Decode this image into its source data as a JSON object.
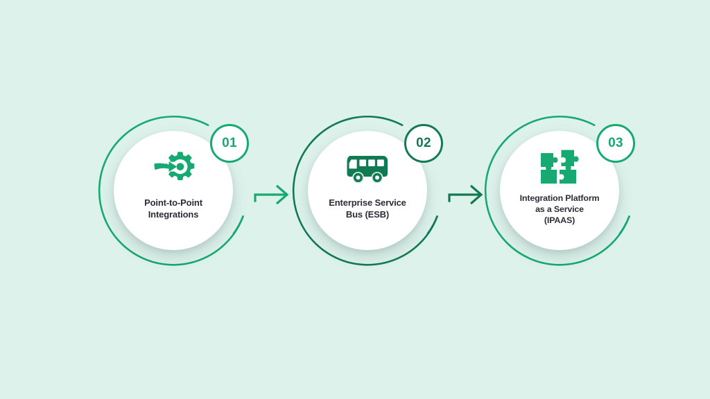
{
  "page": {
    "background_color": "#def2ec",
    "title_text_color": "#2c2c38"
  },
  "palette": {
    "green_bright": "#16a971",
    "green_dark": "#127a52",
    "white": "#ffffff",
    "background": "#def2ec"
  },
  "diagram": {
    "type": "horizontal-step-process",
    "step_count": 3,
    "connector_style": "elbow-arrow",
    "steps": [
      {
        "number": "01",
        "label": "Point-to-Point\nIntegrations",
        "icon": "gear-arrow-icon",
        "icon_color": "#16a971",
        "ring_color": "#16a971",
        "badge_color": "#16a971"
      },
      {
        "number": "02",
        "label": "Enterprise Service\nBus (ESB)",
        "icon": "bus-icon",
        "icon_color": "#127a52",
        "ring_color": "#127a52",
        "badge_color": "#127a52"
      },
      {
        "number": "03",
        "label": "Integration Platform\nas a Service\n(IPAAS)",
        "icon": "puzzle-pieces-icon",
        "icon_color": "#16a971",
        "ring_color": "#16a971",
        "badge_color": "#16a971"
      }
    ],
    "connectors": [
      {
        "name": "arrow-step1-to-step2",
        "from": "01",
        "to": "02",
        "color": "#16a971"
      },
      {
        "name": "arrow-step2-to-step3",
        "from": "02",
        "to": "03",
        "color": "#127a52"
      }
    ]
  }
}
